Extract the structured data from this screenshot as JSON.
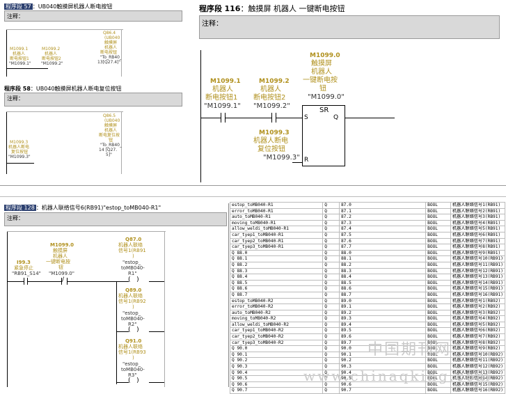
{
  "top_left": {
    "seg1": {
      "label": "程序段 57",
      "title": "：UB040触摸屏机器人断电按钮",
      "note": "注释："
    },
    "c1": {
      "addr": "M1099.1",
      "n1": "机器人",
      "n2": "断电按钮1",
      "sym": "\"M1099.1\""
    },
    "c2": {
      "addr": "M1099.2",
      "n1": "机器人",
      "n2": "断电按钮2",
      "sym": "\"M1099.2\""
    },
    "coil1": {
      "addr": "Q86.4",
      "n1": "(UB040",
      "n2": "触摸屏",
      "n3": "机器人",
      "n4": "断电按钮",
      "n5": "\"To_RB40_",
      "n6": "13[Q27.4]\""
    },
    "seg2": {
      "label": "程序段 58",
      "title": "：UB040触摸屏机器人断电复位按钮",
      "note": "注释："
    },
    "c3": {
      "addr": "M1099.3",
      "n1": "机器人断电",
      "n2": "复位按钮",
      "sym": "\"M1099.3\""
    },
    "coil2": {
      "addr": "Q86.5",
      "n1": "(UB040",
      "n2": "触摸屏",
      "n3": "机器人",
      "n4": "断电复位按",
      "n5": "钮",
      "n6": "\"To_RB40_",
      "n7": "14 [Q27.",
      "n8": "5]\""
    }
  },
  "top_right": {
    "seg": {
      "label": "程序段",
      "num": "116",
      "title": "：触摸屏 机器人 一键断电按钮",
      "note": "注释："
    },
    "c1": {
      "addr": "M1099.1",
      "n1": "机器人",
      "n2": "断电按钮1",
      "sym": "\"M1099.1\""
    },
    "c2": {
      "addr": "M1099.2",
      "n1": "机器人",
      "n2": "断电按钮2",
      "sym": "\"M1099.2\""
    },
    "coil": {
      "addr": "M1099.0",
      "n1": "触摸屏",
      "n2": "机器人",
      "n3": "一键断电按",
      "n4": "钮",
      "sym": "\"M1099.0\""
    },
    "c3": {
      "addr": "M1099.3",
      "n1": "机器人断电",
      "n2": "复位按钮",
      "sym": "\"M1099.3\""
    },
    "sr": {
      "name": "SR",
      "s": "S",
      "q": "Q",
      "r": "R"
    }
  },
  "bottom_left": {
    "seg": {
      "label": "程序段 128",
      "title": "：机器人联络信号6(RB91)\"estop_toMB040-R1\"",
      "note": "注释："
    },
    "c1": {
      "addr": "I99.3",
      "n1": "紧急停止",
      "sym": "\"RB91_S14\""
    },
    "c2": {
      "addr": "M1099.0",
      "n1": "触摸屏",
      "n2": "机器人",
      "n3": "一键断电按",
      "n4": "钮",
      "sym": "\"M1099.0\""
    },
    "q1": {
      "addr": "Q87.0",
      "n1": "机器人联络",
      "n2": "信号1(RB91",
      "n3": ")",
      "s1": "\"estop_",
      "s2": "toMB040-",
      "s3": "R1\""
    },
    "q2": {
      "addr": "Q89.0",
      "n1": "机器人联络",
      "n2": "信号1(RB92",
      "n3": ")",
      "s1": "\"estop_",
      "s2": "toMB040-",
      "s3": "R2\""
    },
    "q3": {
      "addr": "Q91.0",
      "n1": "机器人联络",
      "n2": "信号1(RB93",
      "n3": ")",
      "s1": "\"estop_",
      "s2": "toMB040-",
      "s3": "R3\""
    }
  },
  "table": {
    "rows": [
      [
        "estop_toMB040-R1",
        "Q",
        "87.0",
        "BOOL",
        "机器人联络信号1(RB91)"
      ],
      [
        "error_toMB040-R1",
        "Q",
        "87.1",
        "BOOL",
        "机器人联络信号2(RB91)"
      ],
      [
        "auto_toMB040-R1",
        "Q",
        "87.2",
        "BOOL",
        "机器人联络信号3(RB91)"
      ],
      [
        "moving_toMB040-R1",
        "Q",
        "87.3",
        "BOOL",
        "机器人联络信号4(RB91)"
      ],
      [
        "allow_weldi_toMB040-R1",
        "Q",
        "87.4",
        "BOOL",
        "机器人联络信号5(RB91)"
      ],
      [
        "car_tyep1_toMB040-R1",
        "Q",
        "87.5",
        "BOOL",
        "机器人联络信号6(RB91)"
      ],
      [
        "car_tyep2_toMB040-R1",
        "Q",
        "87.6",
        "BOOL",
        "机器人联络信号7(RB91)"
      ],
      [
        "car_tyep3_toMB040-R1",
        "Q",
        "87.7",
        "BOOL",
        "机器人联络信号8(RB91)"
      ],
      [
        "Q      88.0",
        "Q",
        "88.0",
        "BOOL",
        "机器人联络信号9(RB91)"
      ],
      [
        "Q      88.1",
        "Q",
        "88.1",
        "BOOL",
        "机器人联络信号10(RB91)"
      ],
      [
        "Q      88.2",
        "Q",
        "88.2",
        "BOOL",
        "机器人联络信号11(RB91)"
      ],
      [
        "Q      88.3",
        "Q",
        "88.3",
        "BOOL",
        "机器人联络信号12(RB91)"
      ],
      [
        "Q      88.4",
        "Q",
        "88.4",
        "BOOL",
        "机器人联络信号13(RB91)"
      ],
      [
        "Q      88.5",
        "Q",
        "88.5",
        "BOOL",
        "机器人联络信号14(RB91)"
      ],
      [
        "Q      88.6",
        "Q",
        "88.6",
        "BOOL",
        "机器人联络信号15(RB91)"
      ],
      [
        "Q      88.7",
        "Q",
        "88.7",
        "BOOL",
        "机器人联络信号16(RB91)"
      ],
      [
        "estop_toMB040-R2",
        "Q",
        "89.0",
        "BOOL",
        "机器人联络信号1(RB92)"
      ],
      [
        "error_toMB040-R2",
        "Q",
        "89.1",
        "BOOL",
        "机器人联络信号2(RB92)"
      ],
      [
        "auto_toMB040-R2",
        "Q",
        "89.2",
        "BOOL",
        "机器人联络信号3(RB92)"
      ],
      [
        "moving_toMB040-R2",
        "Q",
        "89.3",
        "BOOL",
        "机器人联络信号4(RB92)"
      ],
      [
        "allow_weldi_toMB040-R2",
        "Q",
        "89.4",
        "BOOL",
        "机器人联络信号5(RB92)"
      ],
      [
        "car_tyep1_toMB040-R2",
        "Q",
        "89.5",
        "BOOL",
        "机器人联络信号6(RB92)"
      ],
      [
        "car_tyep2_toMB040-R2",
        "Q",
        "89.6",
        "BOOL",
        "机器人联络信号7(RB92)"
      ],
      [
        "car_tyep3_toMB040-R2",
        "Q",
        "89.7",
        "BOOL",
        "机器人联络信号8(RB92)"
      ],
      [
        "Q      90.0",
        "Q",
        "90.0",
        "BOOL",
        "机器人联络信号9(RB92)"
      ],
      [
        "Q      90.1",
        "Q",
        "90.1",
        "BOOL",
        "机器人联络信号10(RB92)"
      ],
      [
        "Q      90.2",
        "Q",
        "90.2",
        "BOOL",
        "机器人联络信号11(RB92)"
      ],
      [
        "Q      90.3",
        "Q",
        "90.3",
        "BOOL",
        "机器人联络信号12(RB92)"
      ],
      [
        "Q      90.4",
        "Q",
        "90.4",
        "BOOL",
        "机器人联络信号13(RB92)"
      ],
      [
        "Q      90.5",
        "Q",
        "90.5",
        "BOOL",
        "机器人联络信号14(RB92)"
      ],
      [
        "Q      90.6",
        "Q",
        "90.6",
        "BOOL",
        "机器人联络信号15(RB92)"
      ],
      [
        "Q      90.7",
        "Q",
        "90.7",
        "BOOL",
        "机器人联络信号16(RB92)"
      ]
    ]
  },
  "watermark": {
    "cn": "中国期刊网",
    "url": "www.chinaqking.com"
  },
  "colors": {
    "label": "#b0901c",
    "highlight": "#2b3f6f",
    "note_bg": "#d9d9d9"
  }
}
